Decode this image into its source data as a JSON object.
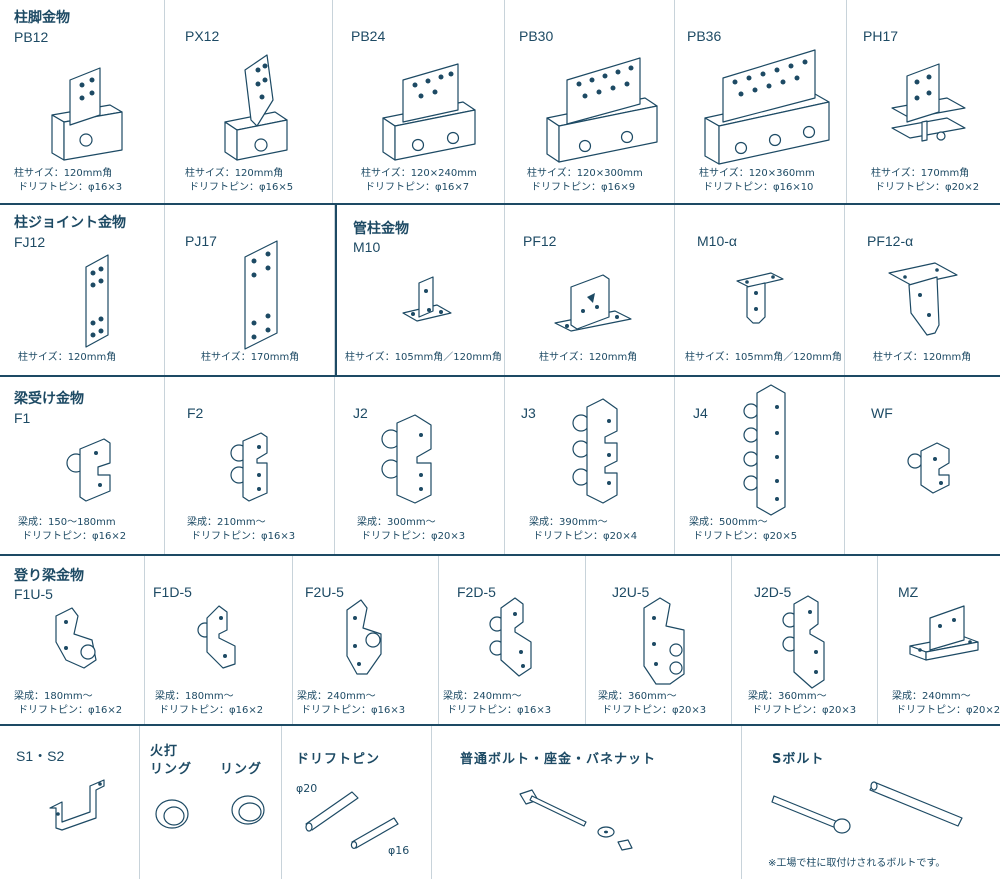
{
  "rows": [
    {
      "group": "柱脚金物",
      "items": [
        {
          "code": "PB12",
          "spec1": "柱サイズ：120mm角",
          "spec2": "ドリフトピン：φ16×3"
        },
        {
          "code": "PX12",
          "spec1": "柱サイズ：120mm角",
          "spec2": "ドリフトピン：φ16×5"
        },
        {
          "code": "PB24",
          "spec1": "柱サイズ：120×240mm",
          "spec2": "ドリフトピン：φ16×7"
        },
        {
          "code": "PB30",
          "spec1": "柱サイズ：120×300mm",
          "spec2": "ドリフトピン：φ16×9"
        },
        {
          "code": "PB36",
          "spec1": "柱サイズ：120×360mm",
          "spec2": "ドリフトピン：φ16×10"
        },
        {
          "code": "PH17",
          "spec1": "柱サイズ：170mm角",
          "spec2": "ドリフトピン：φ20×2"
        }
      ]
    },
    {
      "group_a": "柱ジョイント金物",
      "items_a": [
        {
          "code": "FJ12",
          "spec1": "柱サイズ：120mm角"
        },
        {
          "code": "PJ17",
          "spec1": "柱サイズ：170mm角"
        }
      ],
      "group_b": "管柱金物",
      "items_b": [
        {
          "code": "M10",
          "spec1": "柱サイズ：105mm角／120mm角"
        },
        {
          "code": "PF12",
          "spec1": "柱サイズ：120mm角"
        },
        {
          "code": "M10-α",
          "spec1": "柱サイズ：105mm角／120mm角"
        },
        {
          "code": "PF12-α",
          "spec1": "柱サイズ：120mm角"
        }
      ]
    },
    {
      "group": "梁受け金物",
      "items": [
        {
          "code": "F1",
          "spec1": "梁成：150〜180mm",
          "spec2": "ドリフトピン：φ16×2"
        },
        {
          "code": "F2",
          "spec1": "梁成：210mm〜",
          "spec2": "ドリフトピン：φ16×3"
        },
        {
          "code": "J2",
          "spec1": "梁成：300mm〜",
          "spec2": "ドリフトピン：φ20×3"
        },
        {
          "code": "J3",
          "spec1": "梁成：390mm〜",
          "spec2": "ドリフトピン：φ20×4"
        },
        {
          "code": "J4",
          "spec1": "梁成：500mm〜",
          "spec2": "ドリフトピン：φ20×5"
        },
        {
          "code": "WF",
          "spec1": "",
          "spec2": ""
        }
      ]
    },
    {
      "group": "登り梁金物",
      "items": [
        {
          "code": "F1U-5",
          "spec1": "梁成：180mm〜",
          "spec2": "ドリフトピン：φ16×2"
        },
        {
          "code": "F1D-5",
          "spec1": "梁成：180mm〜",
          "spec2": "ドリフトピン：φ16×2"
        },
        {
          "code": "F2U-5",
          "spec1": "梁成：240mm〜",
          "spec2": "ドリフトピン：φ16×3"
        },
        {
          "code": "F2D-5",
          "spec1": "梁成：240mm〜",
          "spec2": "ドリフトピン：φ16×3"
        },
        {
          "code": "J2U-5",
          "spec1": "梁成：360mm〜",
          "spec2": "ドリフトピン：φ20×3"
        },
        {
          "code": "J2D-5",
          "spec1": "梁成：360mm〜",
          "spec2": "ドリフトピン：φ20×3"
        },
        {
          "code": "MZ",
          "spec1": "梁成：240mm〜",
          "spec2": "ドリフトピン：φ20×2"
        }
      ]
    },
    {
      "s_label": "S1・S2",
      "hiuchi_title": "火打",
      "ring1": "リング",
      "ring2": "リング",
      "drift_title": "ドリフトピン",
      "d20": "φ20",
      "d16": "φ16",
      "bolt_title": "普通ボルト・座金・バネナット",
      "sbolt_title": "Sボルト",
      "sbolt_note": "※工場で柱に取付けされるボルトです。"
    }
  ]
}
